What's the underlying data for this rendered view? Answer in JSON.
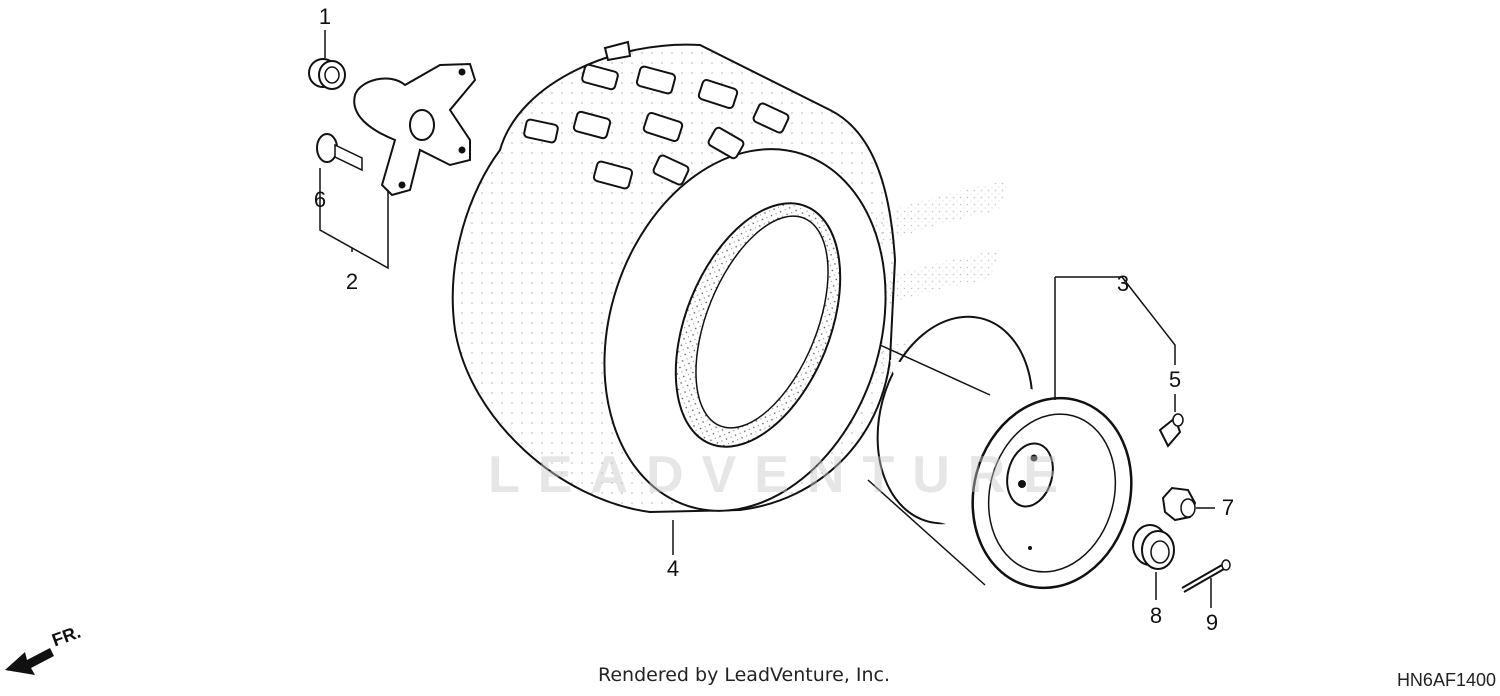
{
  "callouts": [
    {
      "num": "1",
      "part": "bearing"
    },
    {
      "num": "2",
      "part": "hub-assembly"
    },
    {
      "num": "3",
      "part": "wheel-assembly"
    },
    {
      "num": "4",
      "part": "tire"
    },
    {
      "num": "5",
      "part": "valve-stem"
    },
    {
      "num": "6",
      "part": "hub-bolt"
    },
    {
      "num": "7",
      "part": "wheel-nut"
    },
    {
      "num": "8",
      "part": "castle-nut"
    },
    {
      "num": "9",
      "part": "cotter-pin"
    }
  ],
  "front_indicator": "FR.",
  "watermark": "LEADVENTURE",
  "footer_credit": "Rendered by LeadVenture, Inc.",
  "diagram_code": "HN6AF1400"
}
